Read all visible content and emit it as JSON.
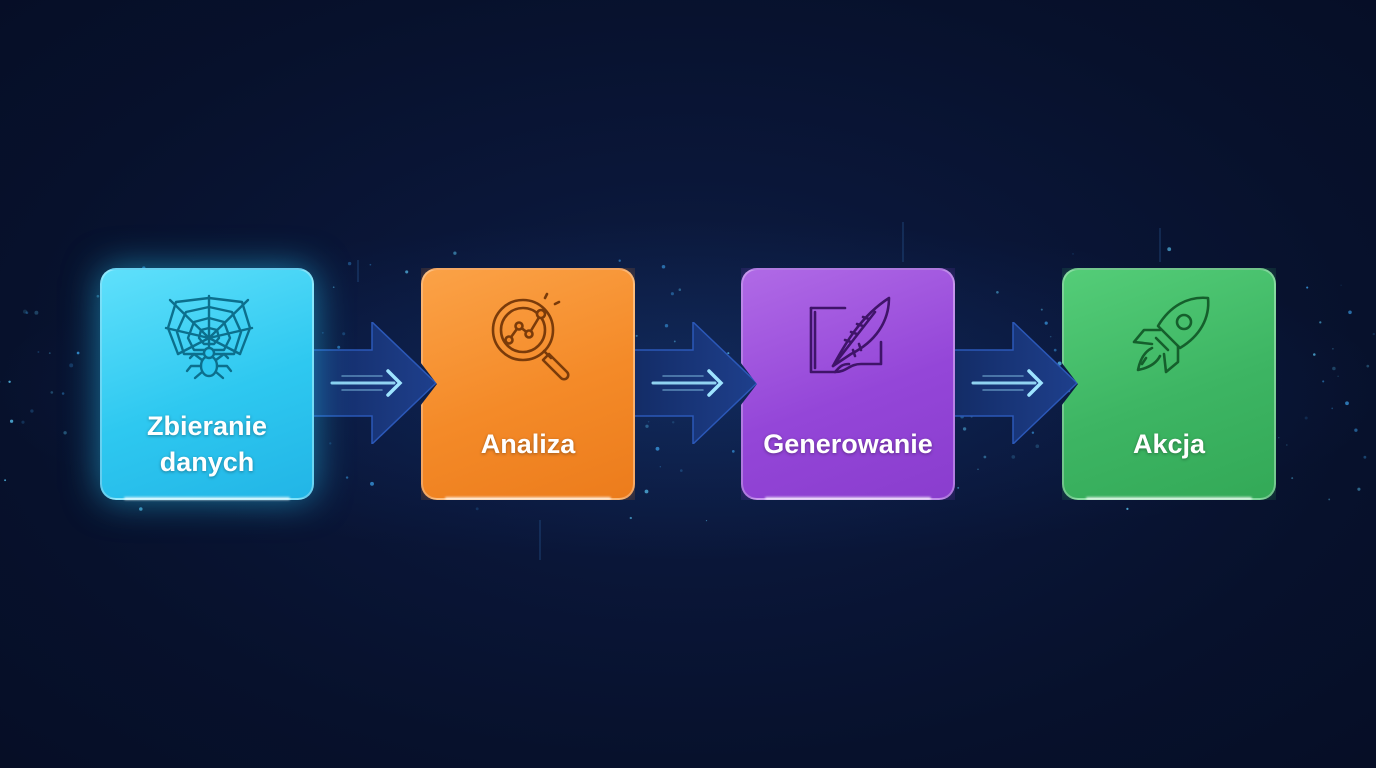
{
  "steps": [
    {
      "label": "Zbieranie\ndanych",
      "icon": "spider-web-icon",
      "color": "#2ec8f0"
    },
    {
      "label": "Analiza",
      "icon": "magnifier-chart-icon",
      "color": "#f48a28"
    },
    {
      "label": "Generowanie",
      "icon": "quill-paper-icon",
      "color": "#9446d8"
    },
    {
      "label": "Akcja",
      "icon": "rocket-icon",
      "color": "#3db563"
    }
  ],
  "background_color": "#07112c",
  "arrow_color": "#1b3c86"
}
